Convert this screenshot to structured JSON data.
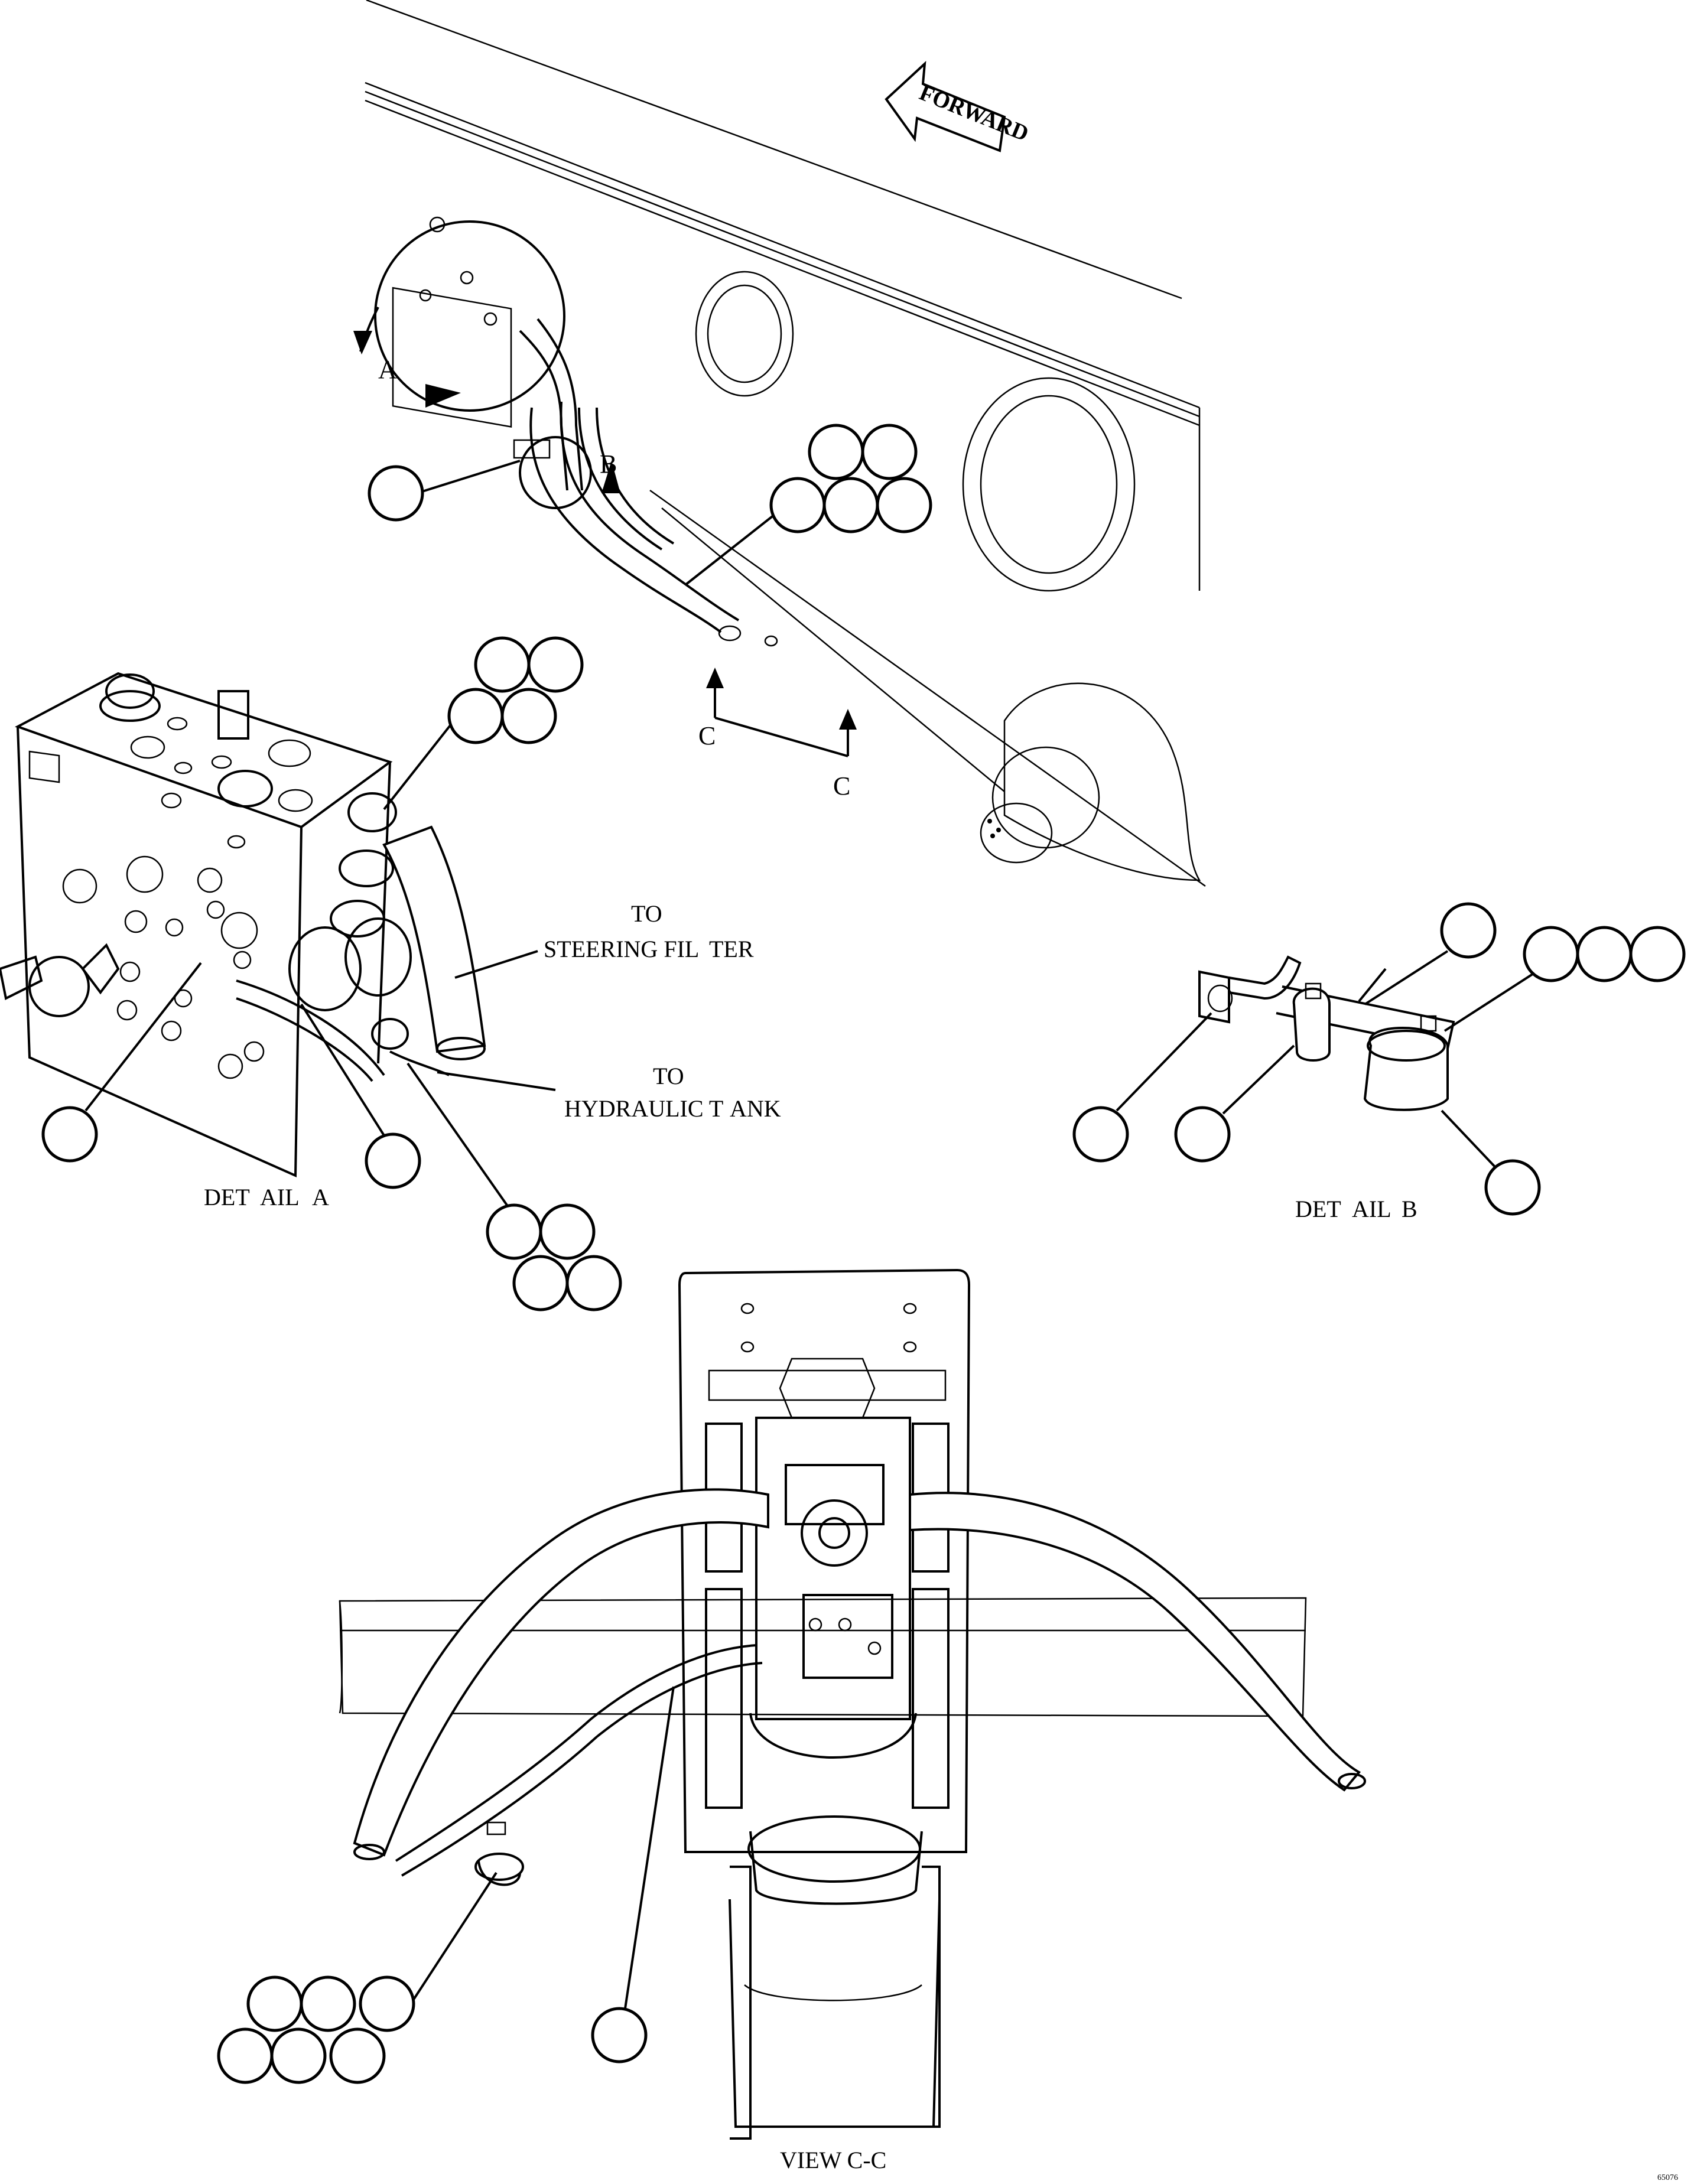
{
  "forward_arrow": {
    "text": "FORWARD"
  },
  "section_markers": {
    "a": "A",
    "b": "B",
    "c1": "C",
    "c2": "C"
  },
  "notes": {
    "to_filter_1": "TO",
    "to_filter_2a": "STEERING FIL",
    "to_filter_2b": "TER",
    "to_tank_1": "TO",
    "to_tank_2a": "HYDRAULIC T",
    "to_tank_2b": "ANK"
  },
  "captions": {
    "detail_a": [
      "DET",
      "AIL",
      "A"
    ],
    "detail_b": [
      "DET",
      "AIL",
      "B"
    ],
    "view_cc": "VIEW C-C"
  },
  "drawing_number": "65076",
  "callout_counts": {
    "top_single": 1,
    "top_cluster": 5,
    "detail_a_top_cluster": 4,
    "detail_a_left": 1,
    "detail_a_hose": 1,
    "detail_a_bottom_cluster": 4,
    "detail_b_top": 1,
    "detail_b_right_cluster": 3,
    "detail_b_left": 1,
    "detail_b_mid": 1,
    "detail_b_bottom": 1,
    "view_cc_hose": 1,
    "view_cc_cluster": 6
  }
}
